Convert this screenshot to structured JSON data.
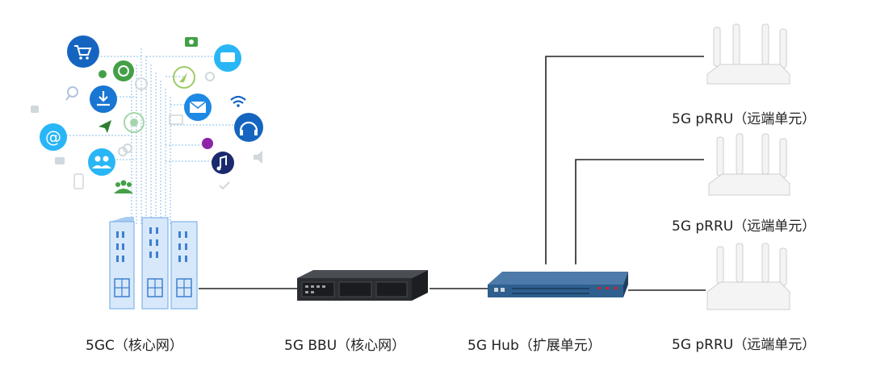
{
  "nodes": {
    "core": {
      "label": "5GC（核心网）"
    },
    "bbu": {
      "label": "5G BBU（核心网）"
    },
    "hub": {
      "label": "5G Hub（扩展单元）"
    },
    "prru": [
      {
        "label": "5G pRRU（远端单元）"
      },
      {
        "label": "5G pRRU（远端单元）"
      },
      {
        "label": "5G pRRU（远端单元）"
      }
    ]
  },
  "colors": {
    "line": "#222222",
    "server": "#7fb3e8",
    "server_dark": "#3f7fd0",
    "hub_blue": "#2f5f8f",
    "bbu_body": "#2a2d31",
    "router": "#f2f2f2",
    "icon_blue": "#1565c0",
    "icon_cyan": "#29b6f6",
    "icon_green": "#43a047",
    "icon_navy": "#1a2a6c"
  },
  "icons": [
    "cart-icon",
    "download-icon",
    "mail-icon",
    "at-icon",
    "users-icon",
    "headphones-icon",
    "music-icon",
    "chat-icon",
    "camera-icon",
    "compass-icon",
    "wifi-icon",
    "paper-plane-icon"
  ]
}
